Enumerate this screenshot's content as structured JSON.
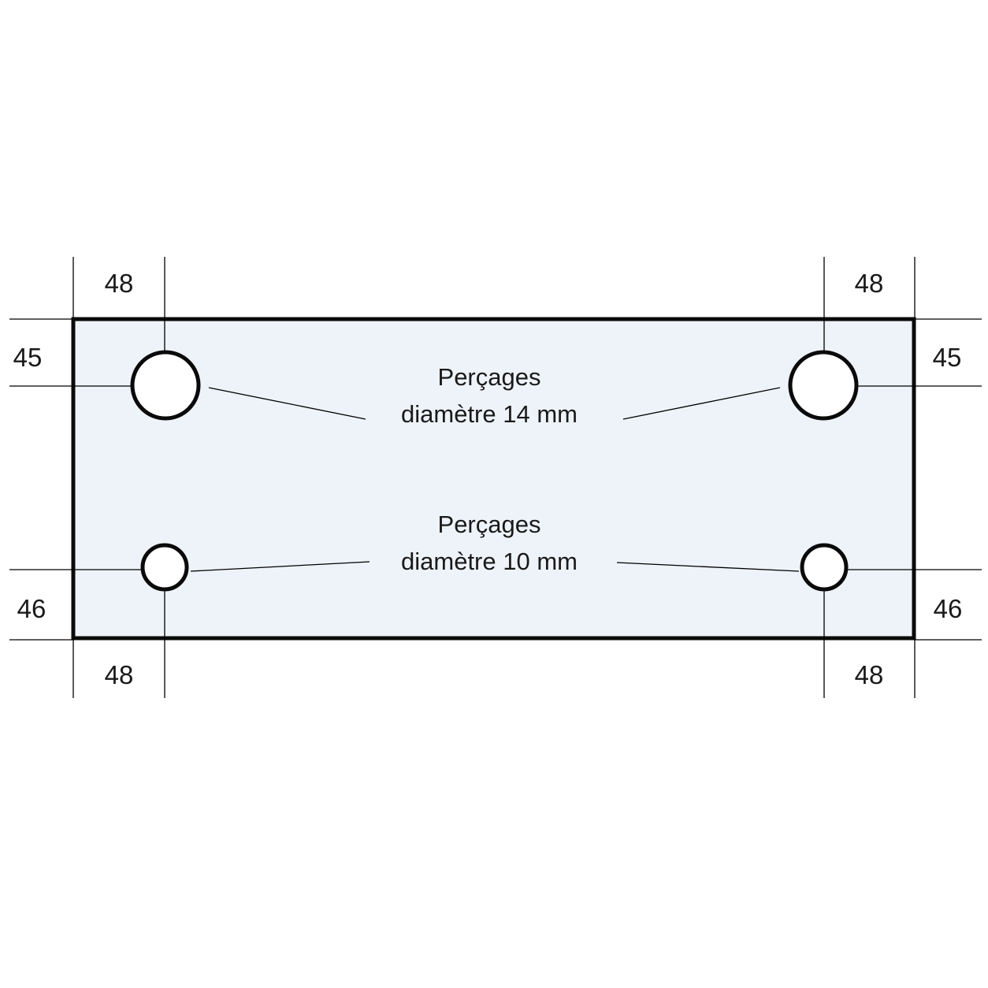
{
  "colors": {
    "plate_fill": "#eef3f9",
    "outline": "#0a0a0a",
    "hole_fill": "#ffffff",
    "text": "#1a1a1a"
  },
  "dimensions": {
    "top_left": "48",
    "top_right": "48",
    "bottom_left": "48",
    "bottom_right": "48",
    "left_top": "45",
    "right_top": "45",
    "left_bottom": "46",
    "right_bottom": "46"
  },
  "labels": {
    "large_holes": {
      "line1": "Perçages",
      "line2": "diamètre 14 mm"
    },
    "small_holes": {
      "line1": "Perçages",
      "line2": "diamètre 10 mm"
    }
  }
}
